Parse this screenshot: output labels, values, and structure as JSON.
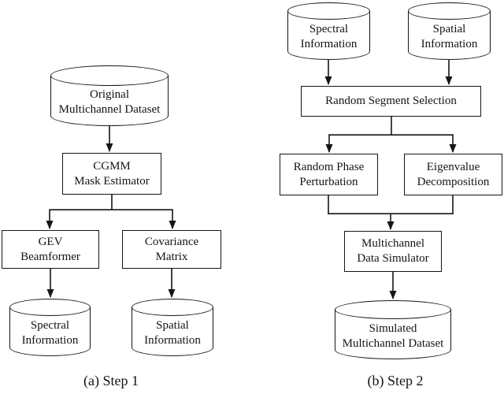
{
  "figure": {
    "background": "#ffffff",
    "line_color": "#161616",
    "text_color": "#141414"
  },
  "step1": {
    "caption": "(a) Step 1",
    "nodes": {
      "original_dataset": "Original\nMultichannel Dataset",
      "cgmm_mask_estimator": "CGMM\nMask Estimator",
      "gev_beamformer": "GEV\nBeamformer",
      "covariance_matrix": "Covariance\nMatrix",
      "spectral_information": "Spectral\nInformation",
      "spatial_information": "Spatial\nInformation"
    }
  },
  "step2": {
    "caption": "(b) Step 2",
    "nodes": {
      "spectral_information": "Spectral\nInformation",
      "spatial_information": "Spatial\nInformation",
      "random_segment_selection": "Random Segment Selection",
      "random_phase_perturbation": "Random Phase\nPerturbation",
      "eigenvalue_decomposition": "Eigenvalue\nDecomposition",
      "multichannel_data_simulator": "Multichannel\nData Simulator",
      "simulated_dataset": "Simulated\nMultichannel Dataset"
    }
  }
}
